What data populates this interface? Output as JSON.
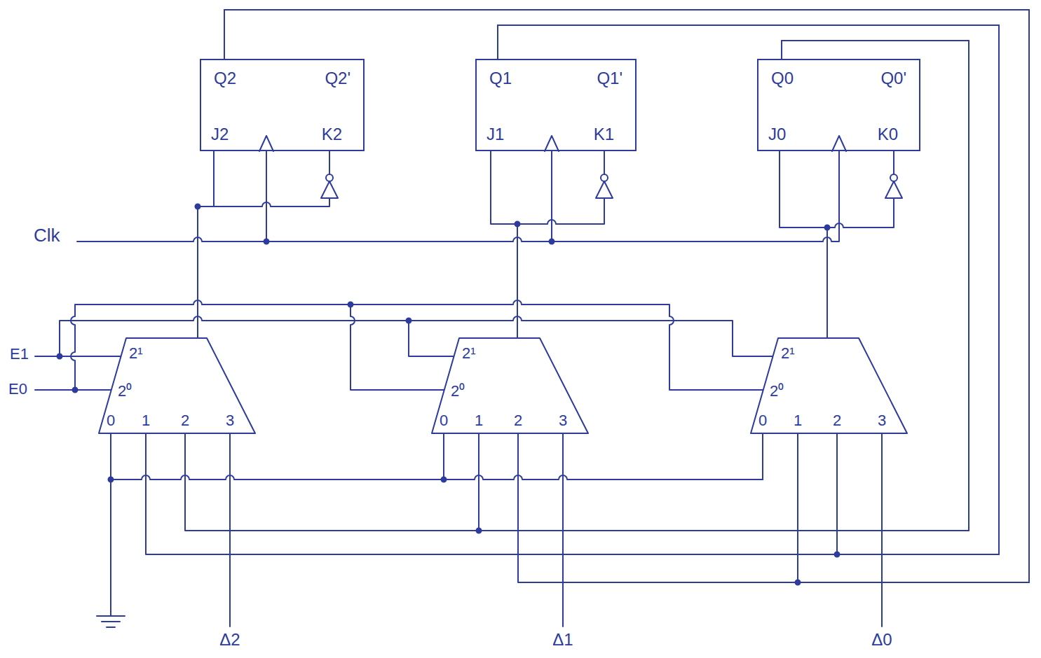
{
  "diagram": {
    "nodes": [
      {
        "text": [
          "Q2",
          "Q2'",
          "J2",
          "K2"
        ]
      },
      {
        "text": [
          "Q1",
          "Q1'",
          "J1",
          "K1"
        ]
      },
      {
        "text": [
          "Q0",
          "Q0'",
          "J0",
          "K0"
        ]
      },
      {
        "text": [
          "2¹",
          "2⁰",
          "0",
          "1",
          "2",
          "3"
        ]
      },
      {
        "text": [
          "2¹",
          "2⁰",
          "0",
          "1",
          "2",
          "3"
        ]
      },
      {
        "text": [
          "2¹",
          "2⁰",
          "0",
          "1",
          "2",
          "3"
        ]
      }
    ],
    "edges": [
      {
        "from": 3,
        "to": 0,
        "arrow": "none"
      },
      {
        "from": 4,
        "to": 1,
        "arrow": "none"
      },
      {
        "from": 5,
        "to": 2,
        "arrow": "none"
      },
      {
        "from": 0,
        "to": 4,
        "arrow": "none"
      },
      {
        "from": 0,
        "to": 5,
        "arrow": "none"
      },
      {
        "from": 1,
        "to": 3,
        "arrow": "none"
      },
      {
        "from": 1,
        "to": 5,
        "arrow": "none"
      },
      {
        "from": 2,
        "to": 3,
        "arrow": "none"
      },
      {
        "from": 2,
        "to": 4,
        "arrow": "none"
      }
    ],
    "labels": [
      "Clk",
      "E1",
      "E0",
      "Δ2",
      "Δ1",
      "Δ0"
    ]
  }
}
